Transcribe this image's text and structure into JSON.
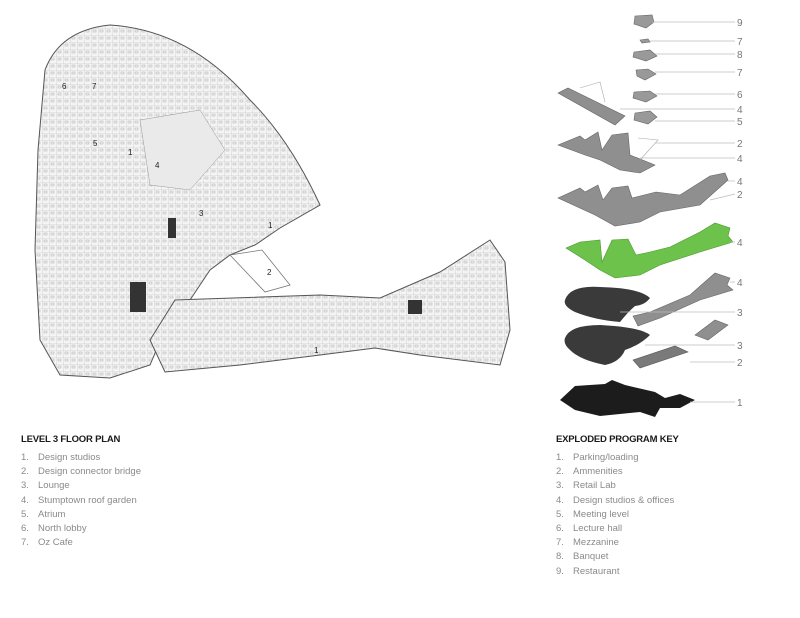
{
  "floor_plan": {
    "title": "LEVEL 3 FLOOR PLAN",
    "items": [
      {
        "num": "1.",
        "label": "Design studios"
      },
      {
        "num": "2.",
        "label": "Design connector bridge"
      },
      {
        "num": "3.",
        "label": "Lounge"
      },
      {
        "num": "4.",
        "label": "Stumptown roof garden"
      },
      {
        "num": "5.",
        "label": "Atrium"
      },
      {
        "num": "6.",
        "label": "North lobby"
      },
      {
        "num": "7.",
        "label": "Oz Cafe"
      }
    ],
    "plan_labels": [
      "6",
      "7",
      "5",
      "1",
      "4",
      "3",
      "1",
      "2",
      "1"
    ]
  },
  "program_key": {
    "title": "EXPLODED PROGRAM KEY",
    "items": [
      {
        "num": "1.",
        "label": "Parking/loading"
      },
      {
        "num": "2.",
        "label": "Ammenities"
      },
      {
        "num": "3.",
        "label": "Retail Lab"
      },
      {
        "num": "4.",
        "label": "Design studios & offices"
      },
      {
        "num": "5.",
        "label": "Meeting level"
      },
      {
        "num": "6.",
        "label": "Lecture hall"
      },
      {
        "num": "7.",
        "label": "Mezzanine"
      },
      {
        "num": "8.",
        "label": "Banquet"
      },
      {
        "num": "9.",
        "label": "Restaurant"
      }
    ],
    "leader_labels": [
      "9",
      "7",
      "8",
      "7",
      "6",
      "4",
      "5",
      "2",
      "4",
      "4",
      "2",
      "4",
      "4",
      "3",
      "3",
      "2",
      "1"
    ]
  },
  "colors": {
    "highlight": "#6cc24a",
    "slab": "#8f8f8f",
    "dark": "#3a3a3a",
    "black": "#1c1c1c"
  }
}
